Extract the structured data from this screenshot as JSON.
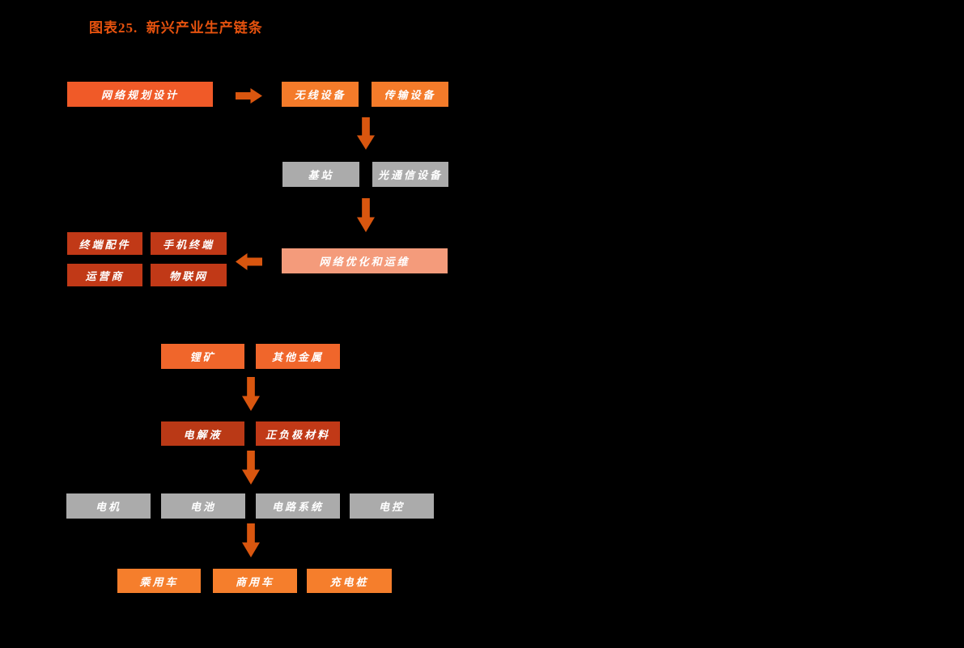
{
  "title": "图表25.  新兴产业生产链条",
  "palette": {
    "background": "#000000",
    "title_color": "#E6520E",
    "arrow": "#D9560F",
    "box_orange_red": "#F05A28",
    "box_orange": "#F47B2A",
    "box_mid_orange": "#F0662B",
    "box_bright_orange": "#F57E2C",
    "box_gray": "#ABABAB",
    "box_dark_red": "#C13917",
    "box_darker_red": "#BA3916",
    "box_salmon": "#F49B7B",
    "box_text": "#FFFFFF"
  },
  "telecom_chain": {
    "network_planning": "网络规划设计",
    "wireless_equipment": "无线设备",
    "transmission_equipment": "传输设备",
    "base_station": "基站",
    "optical_comm_equipment": "光通信设备",
    "network_optimization": "网络优化和运维",
    "terminal_accessories": "终端配件",
    "mobile_terminal": "手机终端",
    "operator": "运营商",
    "iot": "物联网"
  },
  "nev_chain": {
    "lithium_mine": "锂矿",
    "other_metals": "其他金属",
    "electrolyte": "电解液",
    "electrode_materials": "正负极材料",
    "motor": "电机",
    "battery": "电池",
    "circuit_system": "电路系统",
    "electronic_control": "电控",
    "passenger_vehicle": "乘用车",
    "commercial_vehicle": "商用车",
    "charging_pile": "充电桩"
  }
}
